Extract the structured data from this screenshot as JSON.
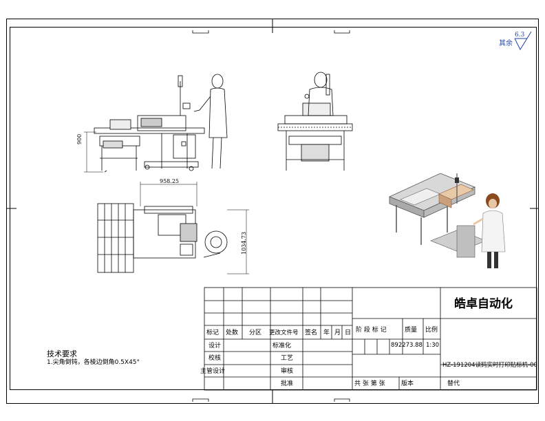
{
  "company": "皓卓自动化",
  "roughness": {
    "value": "6.3",
    "prefix": "其余"
  },
  "dimensions": {
    "height": "900",
    "width": "958.25",
    "depth": "1034.73"
  },
  "tech_requirements": {
    "title": "技术要求",
    "item1": "1.尖角倒钝，各棱边倒角0.5X45°"
  },
  "title_block": {
    "h_biaoji": "标记",
    "h_chushu": "处数",
    "h_fenqu": "分区",
    "h_gaiwenjian": "更改文件号",
    "h_qianming": "签名",
    "h_nian": "年",
    "h_yue": "月",
    "h_ri": "日",
    "sheji": "设计",
    "biaozhunhua": "标准化",
    "jiaohe": "校核",
    "gongyi": "工艺",
    "zhuguan": "主管设计",
    "shenhe": "审核",
    "pizhun": "批准",
    "jieduan": "阶 段 标 记",
    "zhiliang": "质量",
    "bili": "比例",
    "mass_value": "892273.88",
    "scale_value": "1:30",
    "drawing_no": "HZ-191204读码实时打印贴标机-00",
    "sheet": "共  张 第  张",
    "banben": "版本",
    "tidai": "替代"
  }
}
